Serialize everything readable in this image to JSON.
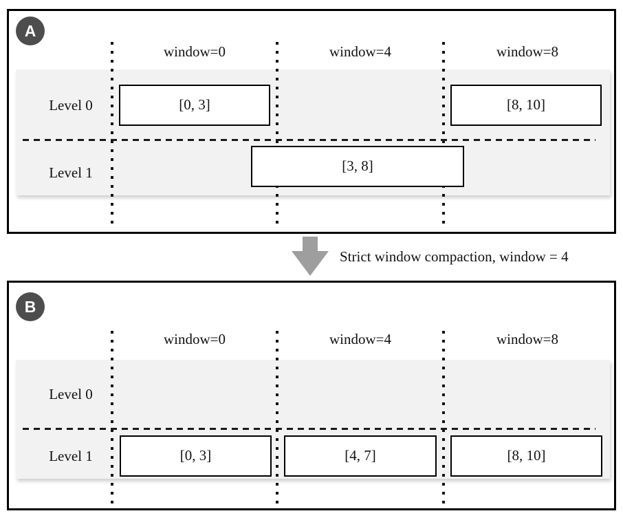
{
  "figure": {
    "panels": [
      {
        "badge": "A",
        "columns": [
          "window=0",
          "window=4",
          "window=8"
        ],
        "rows": [
          {
            "label": "Level 0",
            "boxes": [
              {
                "label": "[0, 3]"
              },
              {
                "label": "[8, 10]"
              }
            ]
          },
          {
            "label": "Level 1",
            "boxes": [
              {
                "label": "[3, 8]"
              }
            ]
          }
        ]
      },
      {
        "badge": "B",
        "columns": [
          "window=0",
          "window=4",
          "window=8"
        ],
        "rows": [
          {
            "label": "Level 0",
            "boxes": []
          },
          {
            "label": "Level 1",
            "boxes": [
              {
                "label": "[0, 3]"
              },
              {
                "label": "[4, 7]"
              },
              {
                "label": "[8, 10]"
              }
            ]
          }
        ]
      }
    ],
    "arrow": {
      "direction": "down",
      "caption": "Strict window compaction, window = 4"
    },
    "colors": {
      "panel_border": "#000000",
      "badge_bg": "#4d4d4d",
      "badge_text": "#ffffff",
      "level_band_bg": "#f2f2f2",
      "arrow_gray": "#9e9e9e",
      "text": "#111111"
    }
  }
}
